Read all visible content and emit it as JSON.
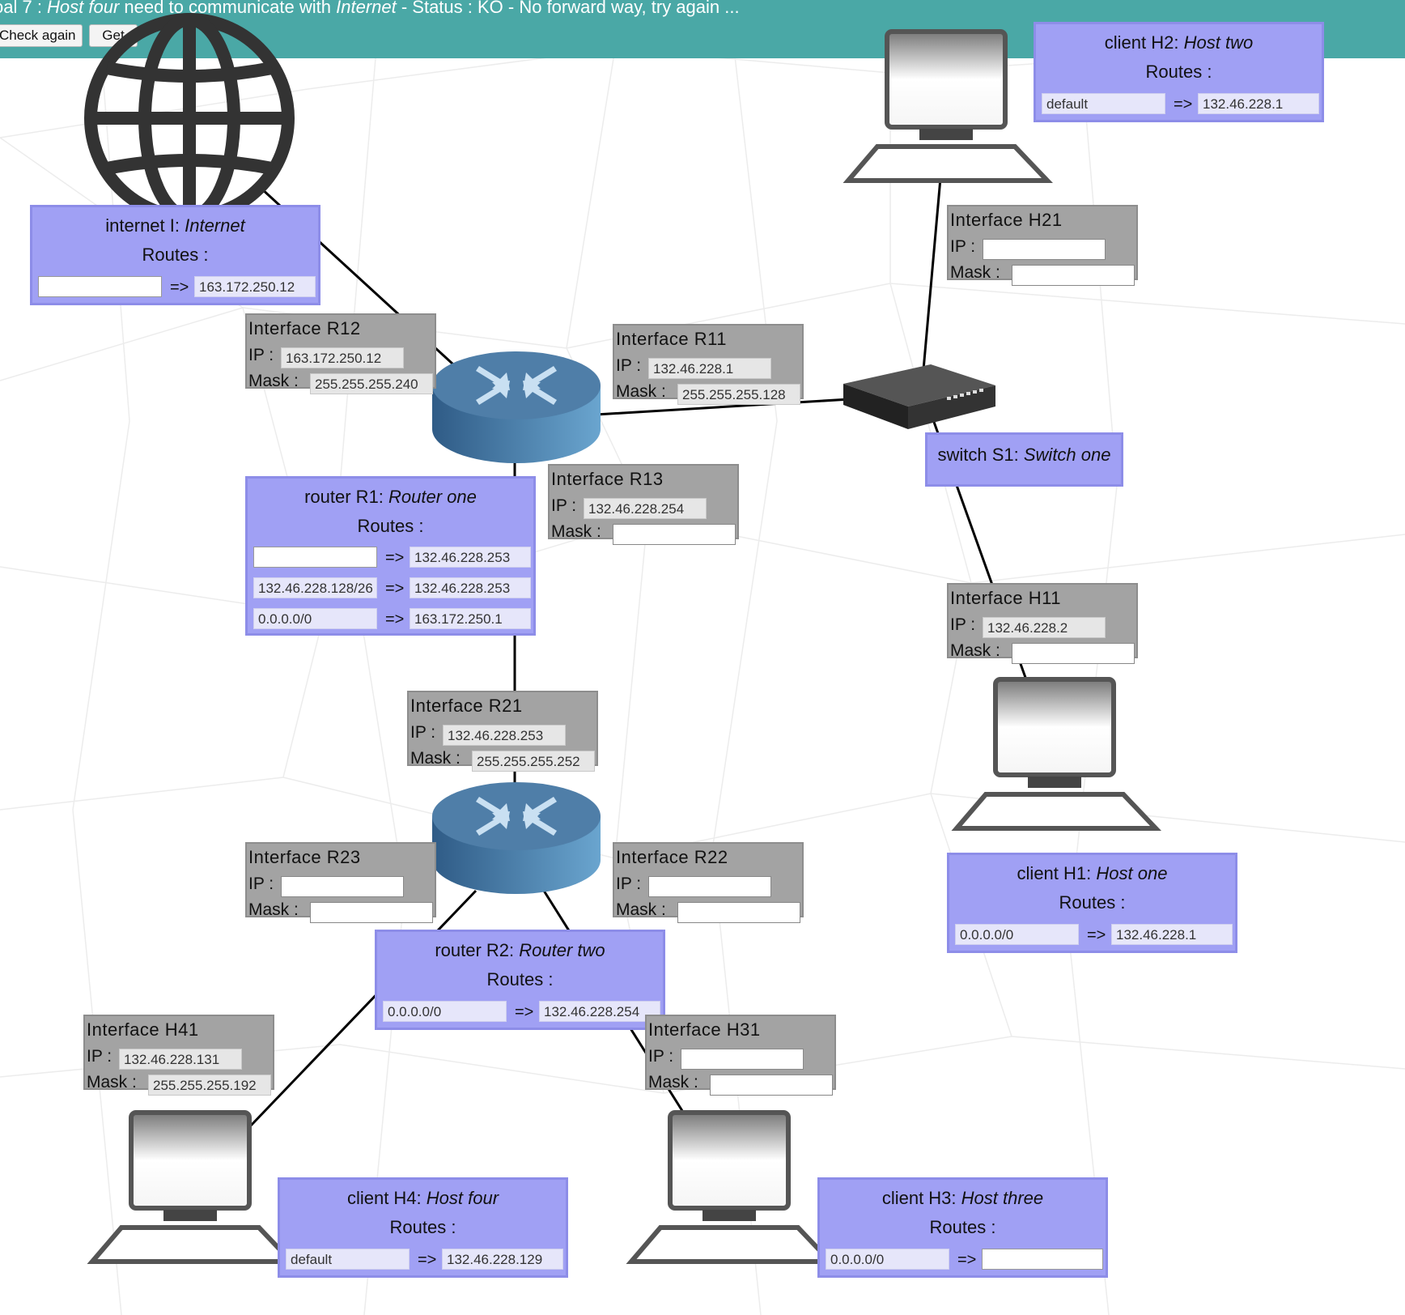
{
  "goal": {
    "prefix": "oal 7 : ",
    "subject": "Host four",
    "middle": " need to communicate with ",
    "target": "Internet",
    "suffix": " - Status : KO - No forward way, try again ..."
  },
  "buttons": {
    "check": "Check again",
    "get": "Get"
  },
  "common": {
    "routes": "Routes :",
    "arrow": "=>",
    "ip": "IP :",
    "mask": "Mask :"
  },
  "nodes": {
    "internet": {
      "title": "internet I: ",
      "name": "Internet",
      "routes": [
        {
          "dest": "",
          "gw": "163.172.250.12"
        }
      ]
    },
    "h2": {
      "title": "client H2: ",
      "name": "Host two",
      "routes": [
        {
          "dest": "default",
          "gw": "132.46.228.1"
        }
      ]
    },
    "r1": {
      "title": "router R1: ",
      "name": "Router one",
      "routes": [
        {
          "dest": "",
          "gw": "132.46.228.253"
        },
        {
          "dest": "132.46.228.128/26",
          "gw": "132.46.228.253"
        },
        {
          "dest": "0.0.0.0/0",
          "gw": "163.172.250.1"
        }
      ]
    },
    "s1": {
      "title": "switch S1: ",
      "name": "Switch one"
    },
    "h1": {
      "title": "client H1: ",
      "name": "Host one",
      "routes": [
        {
          "dest": "0.0.0.0/0",
          "gw": "132.46.228.1"
        }
      ]
    },
    "r2": {
      "title": "router R2: ",
      "name": "Router two",
      "routes": [
        {
          "dest": "0.0.0.0/0",
          "gw": "132.46.228.254"
        }
      ]
    },
    "h4": {
      "title": "client H4: ",
      "name": "Host four",
      "routes": [
        {
          "dest": "default",
          "gw": "132.46.228.129"
        }
      ]
    },
    "h3": {
      "title": "client H3: ",
      "name": "Host three",
      "routes": [
        {
          "dest": "0.0.0.0/0",
          "gw": ""
        }
      ]
    }
  },
  "interfaces": {
    "h21": {
      "title": "Interface H21",
      "ip": "",
      "mask": ""
    },
    "r12": {
      "title": "Interface R12",
      "ip": "163.172.250.12",
      "mask": "255.255.255.240"
    },
    "r11": {
      "title": "Interface R11",
      "ip": "132.46.228.1",
      "mask": "255.255.255.128"
    },
    "r13": {
      "title": "Interface R13",
      "ip": "132.46.228.254",
      "mask": ""
    },
    "h11": {
      "title": "Interface H11",
      "ip": "132.46.228.2",
      "mask": ""
    },
    "r21": {
      "title": "Interface R21",
      "ip": "132.46.228.253",
      "mask": "255.255.255.252"
    },
    "r23": {
      "title": "Interface R23",
      "ip": "",
      "mask": ""
    },
    "r22": {
      "title": "Interface R22",
      "ip": "",
      "mask": ""
    },
    "h41": {
      "title": "Interface H41",
      "ip": "132.46.228.131",
      "mask": "255.255.255.192"
    },
    "h31": {
      "title": "Interface H31",
      "ip": "",
      "mask": ""
    }
  },
  "colors": {
    "topbar": "#4aa8a6",
    "node_box": "#a0a0f4",
    "interface_box": "#a3a3a3",
    "router": "#3f6f9a",
    "link": "#000000"
  },
  "icons": {
    "internet": "globe-icon",
    "router": "router-icon",
    "switch": "switch-icon",
    "client": "computer-icon"
  }
}
